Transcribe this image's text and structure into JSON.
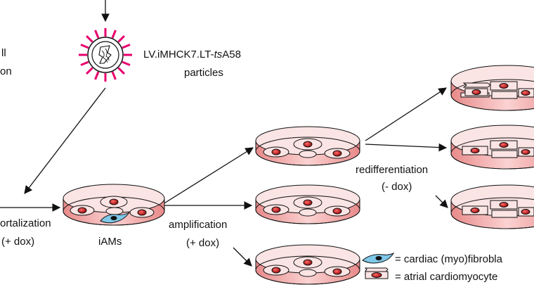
{
  "labels": {
    "top_left_1": "ll",
    "top_left_2": "on",
    "vector_name_prefix": "LV.iMHCK7.LT-",
    "vector_name_italic": "ts",
    "vector_name_suffix": "A58",
    "vector_particles": "particles",
    "immortalization_1": "ortalization",
    "immortalization_2": "(+ dox)",
    "iams": "iAMs",
    "amplification_1": "amplification",
    "amplification_2": "(+ dox)",
    "redifferentiation_1": "redifferentiation",
    "redifferentiation_2": "(- dox)"
  },
  "legend": {
    "fibroblast": "= cardiac (myo)fibrobla",
    "cardiomyocyte": "= atrial cardiomyocyte"
  },
  "colors": {
    "medium_fill": "#f0a8a8",
    "medium_dark": "#d86868",
    "nucleus": "#c01818",
    "virus_spike": "#e8006e",
    "fibroblast_fill": "#7ec8e8",
    "line": "#111111"
  }
}
